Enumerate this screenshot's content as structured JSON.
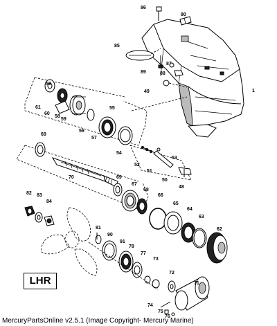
{
  "diagram": {
    "callouts": [
      "86",
      "80",
      "85",
      "89",
      "87",
      "88",
      "49",
      "1",
      "59",
      "58",
      "61",
      "60",
      "56",
      "55",
      "57",
      "54",
      "59",
      "69",
      "52",
      "53",
      "51",
      "50",
      "48",
      "70",
      "69",
      "67",
      "68",
      "66",
      "65",
      "64",
      "63",
      "62",
      "82",
      "83",
      "84",
      "81",
      "90",
      "91",
      "78",
      "77",
      "73",
      "72",
      "71",
      "74",
      "75",
      "76"
    ],
    "badge": "LHR",
    "footer": "MercuryPartsOnline v2.5.1 (Image Copyright- Mercury Marine)"
  }
}
